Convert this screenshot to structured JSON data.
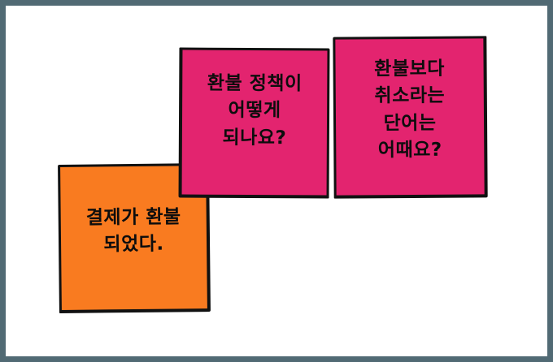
{
  "canvas": {
    "background_color": "#ffffff",
    "frame_color": "#516a74"
  },
  "notes": [
    {
      "id": "payment-refunded",
      "color_name": "orange",
      "color": "#f97b20",
      "border_color": "#111111",
      "lines": [
        "결제가 환불",
        "되었다."
      ]
    },
    {
      "id": "refund-policy",
      "color_name": "pink",
      "color": "#e3246f",
      "border_color": "#111111",
      "lines": [
        "환불 정책이",
        "어떻게",
        "되나요?"
      ]
    },
    {
      "id": "cancel-wording",
      "color_name": "pink",
      "color": "#e3246f",
      "border_color": "#111111",
      "lines": [
        "환불보다",
        "취소라는",
        "단어는",
        "어때요?"
      ]
    }
  ]
}
